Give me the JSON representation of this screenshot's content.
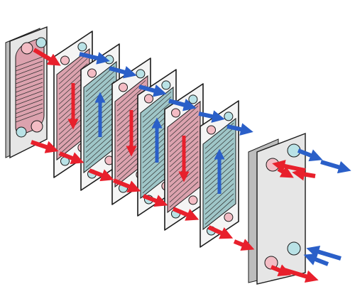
{
  "diagram": {
    "kind": "exploded plate heat exchanger",
    "frame_plates": 2,
    "flow_plates": [
      {
        "type": "hot",
        "arrow": "down"
      },
      {
        "type": "cold",
        "arrow": "up"
      },
      {
        "type": "hot",
        "arrow": "down"
      },
      {
        "type": "cold",
        "arrow": "up"
      },
      {
        "type": "hot",
        "arrow": "down"
      },
      {
        "type": "cold",
        "arrow": "up"
      }
    ],
    "colors": {
      "hot_flow": "#e8202c",
      "cold_flow": "#2a5fc8",
      "hot_plate_fill": "#dca2ae",
      "cold_plate_fill": "#9fc6c8",
      "frame_fill": "#e6e6e6",
      "port_hot": "#f3bcc4",
      "port_cold": "#b9e2e6",
      "outline": "#1a1a1a"
    },
    "icons": [
      "hot-flow-arrow",
      "cold-flow-arrow",
      "gasket-port"
    ]
  }
}
